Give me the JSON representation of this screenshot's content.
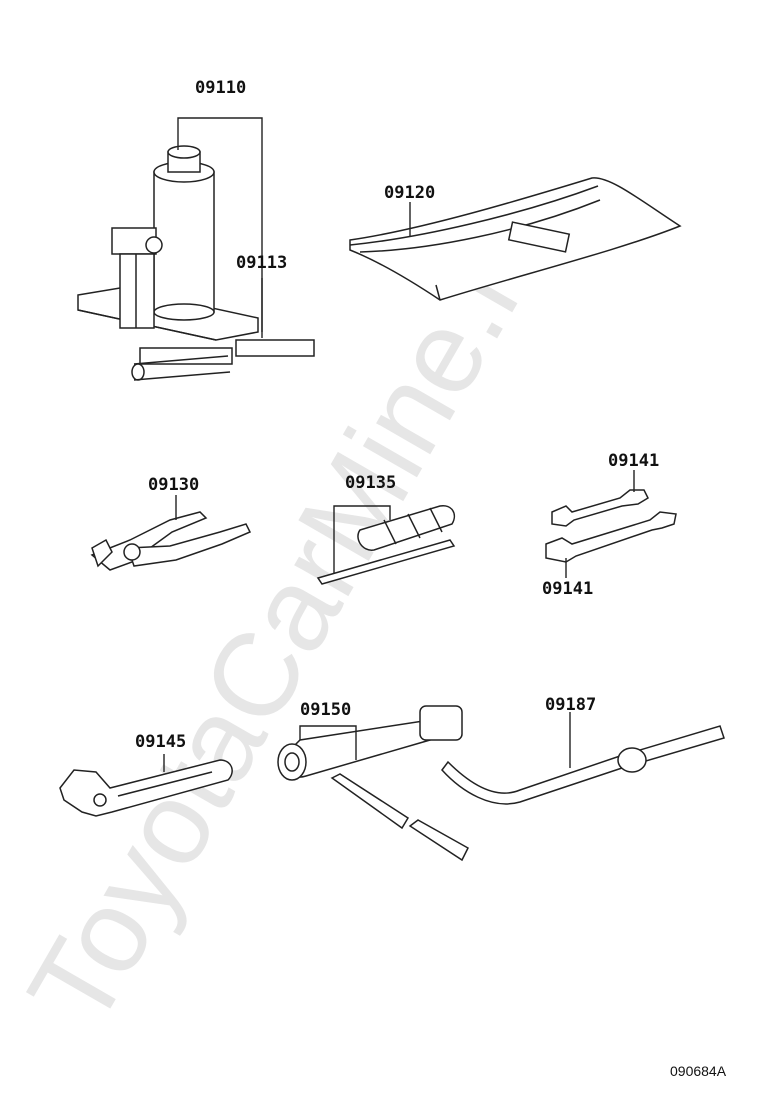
{
  "parts": [
    {
      "id": "jack",
      "label": "09110"
    },
    {
      "id": "jack-handle",
      "label": "09113"
    },
    {
      "id": "tool-bag",
      "label": "09120"
    },
    {
      "id": "pliers",
      "label": "09130"
    },
    {
      "id": "screwdriver",
      "label": "09135"
    },
    {
      "id": "open-end-wrench-upper",
      "label": "09141"
    },
    {
      "id": "open-end-wrench-lower",
      "label": "09141"
    },
    {
      "id": "adjustable-wrench",
      "label": "09145"
    },
    {
      "id": "wheel-nut-wrench",
      "label": "09150"
    },
    {
      "id": "bent-bar",
      "label": "09187"
    }
  ],
  "watermark": "ToyotaCarMine.ru",
  "reference_code": "090684A"
}
